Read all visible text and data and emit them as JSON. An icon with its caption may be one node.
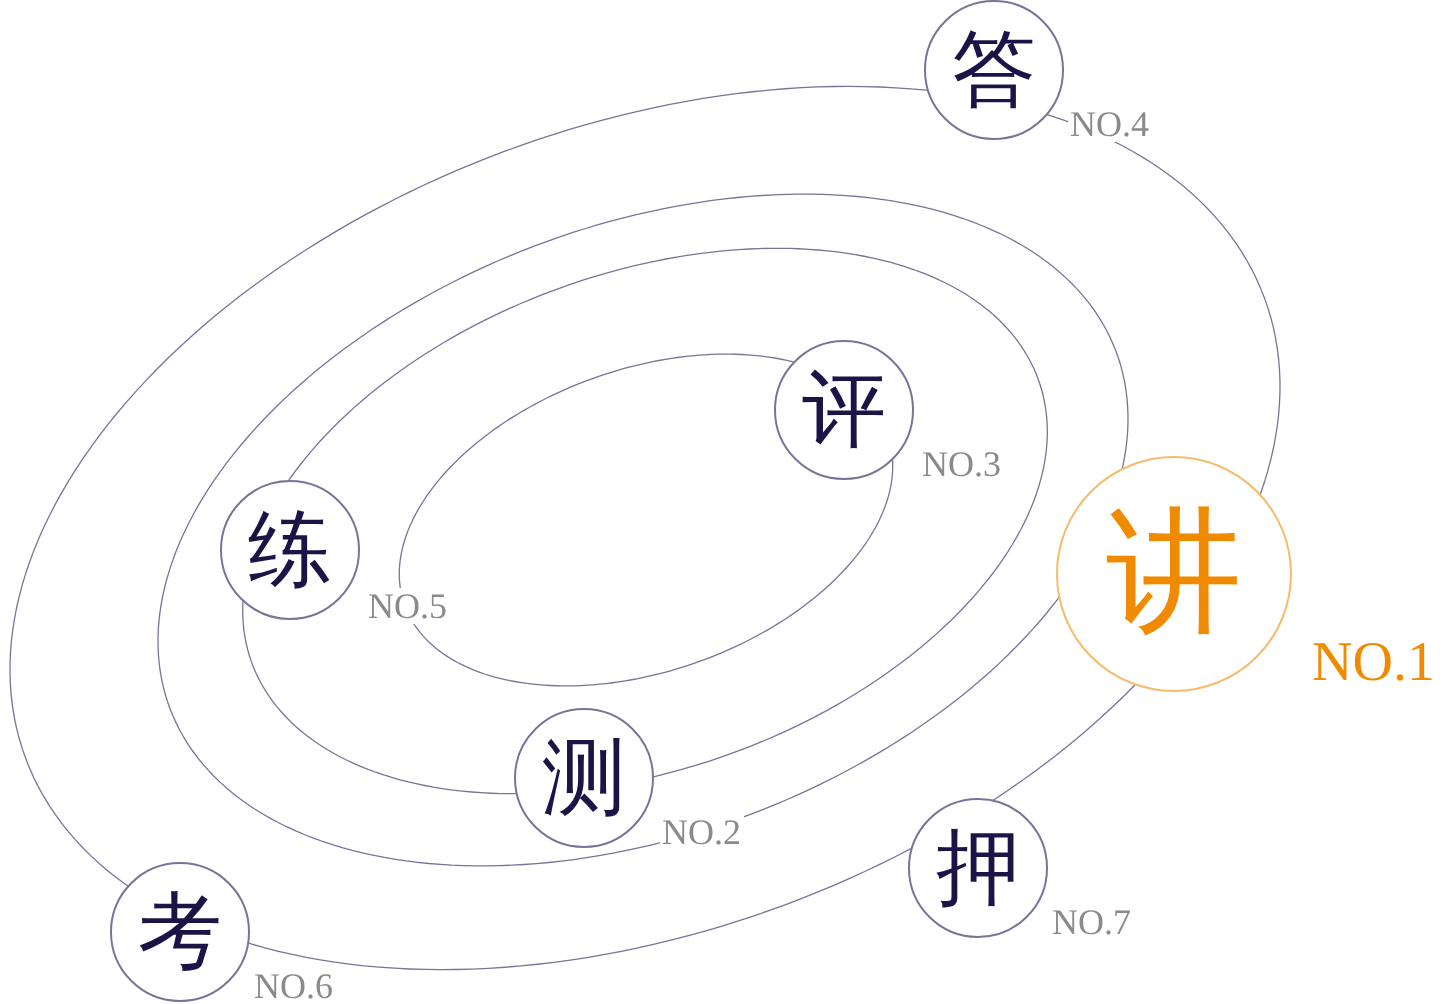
{
  "diagram": {
    "nodes": [
      {
        "text": [
          "讲"
        ],
        "beside": [
          "NO.1"
        ]
      },
      {
        "text": [
          "测"
        ],
        "beside": [
          "NO.2"
        ]
      },
      {
        "text": [
          "评"
        ],
        "beside": [
          "NO.3"
        ]
      },
      {
        "text": [
          "答"
        ],
        "beside": [
          "NO.4"
        ]
      },
      {
        "text": [
          "练"
        ],
        "beside": [
          "NO.5"
        ]
      },
      {
        "text": [
          "考"
        ],
        "beside": [
          "NO.6"
        ]
      },
      {
        "text": [
          "押"
        ],
        "beside": [
          "NO.7"
        ]
      }
    ]
  }
}
